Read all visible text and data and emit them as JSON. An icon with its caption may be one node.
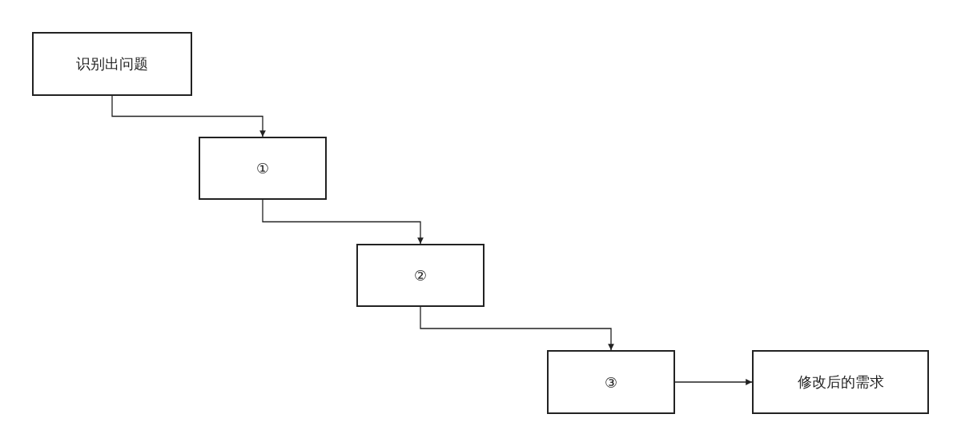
{
  "diagram": {
    "nodes": [
      {
        "text": [
          "识别出问题"
        ]
      },
      {
        "text": [
          "①"
        ]
      },
      {
        "text": [
          "②"
        ]
      },
      {
        "text": [
          "③"
        ]
      },
      {
        "text": [
          "修改后的需求"
        ]
      }
    ],
    "edges": [
      {
        "from": 0,
        "to": 1,
        "arrow": "to"
      },
      {
        "from": 1,
        "to": 2,
        "arrow": "to"
      },
      {
        "from": 2,
        "to": 3,
        "arrow": "to"
      },
      {
        "from": 3,
        "to": 4,
        "arrow": "to"
      }
    ]
  }
}
